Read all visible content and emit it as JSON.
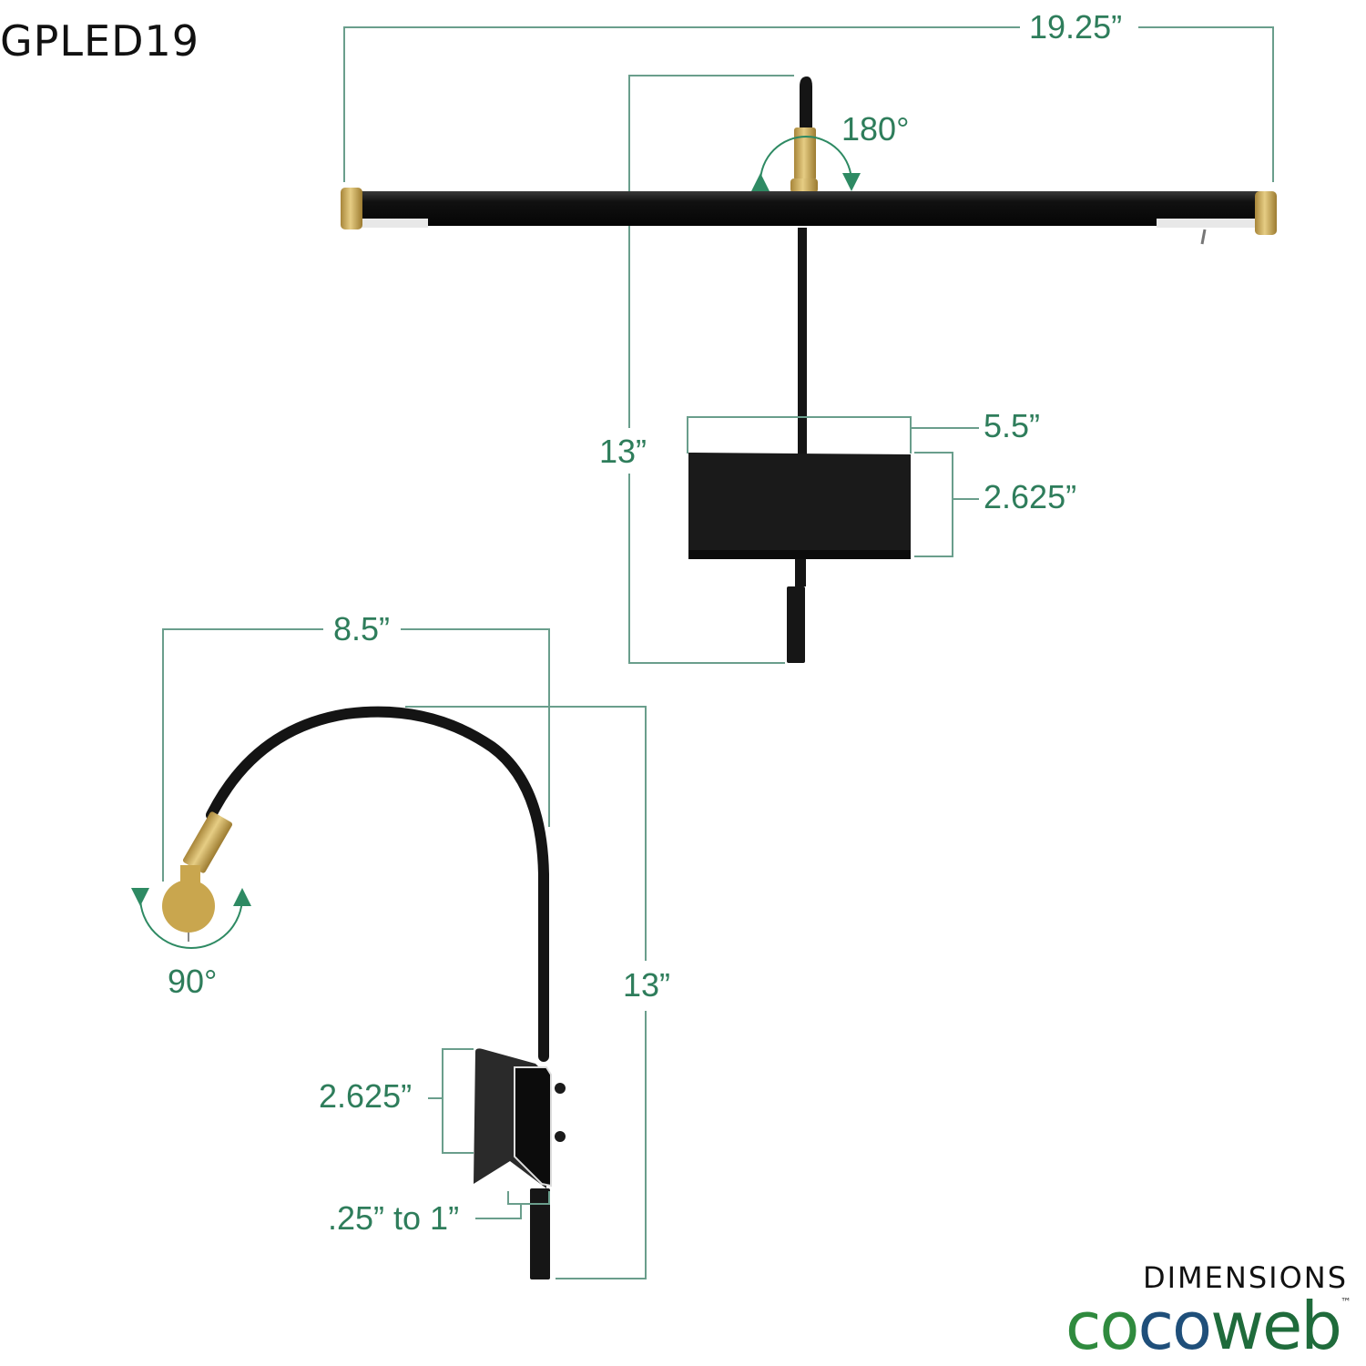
{
  "header": {
    "model": "GPLED19"
  },
  "footer": {
    "section_label": "DIMENSIONS",
    "brand": {
      "part1": "co",
      "part2": "co",
      "part3": "web",
      "trademark": "™"
    }
  },
  "colors": {
    "dimension_line": "#6a9e8c",
    "dimension_text": "#2e7d5b",
    "lamp_body": "#141414",
    "brass": "#c9a64e",
    "brand_green": "#2f8a3e",
    "brand_blue": "#1f4f7a",
    "brand_dark_green": "#1f6b3b"
  },
  "front_view": {
    "overall_width": "19.25”",
    "head_rotation": "180°",
    "overall_height": "13”",
    "clip_width": "5.5”",
    "clip_height": "2.625”"
  },
  "side_view": {
    "reach": "8.5”",
    "head_tilt": "90°",
    "overall_height": "13”",
    "clip_height": "2.625”",
    "clip_opening": ".25” to 1”"
  }
}
